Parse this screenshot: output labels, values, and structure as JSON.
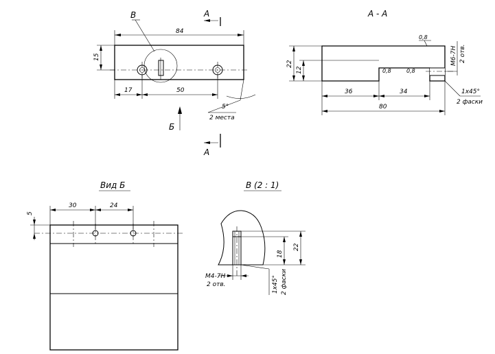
{
  "front_view": {
    "section_mark_top": "A",
    "section_mark_bottom": "A",
    "detail_mark": "B",
    "dim_width": "84",
    "dim_height": "15",
    "dim_left_offset": "17",
    "dim_hole_spacing": "50",
    "dim_angle": "5°",
    "dim_angle_note": "2 места",
    "view_arrow_label": "Б"
  },
  "section_view": {
    "title": "А - А",
    "dim_roughness_top": "0,8",
    "dim_roughness_step": "0,8",
    "dim_roughness_inner": "0,8",
    "dim_thread": "М6-7Н",
    "dim_thread_note": "2 отв.",
    "dim_height": "22",
    "dim_step_height": "12",
    "dim_left": "36",
    "dim_right": "34",
    "dim_total": "80",
    "dim_chamfer": "1х45°",
    "dim_chamfer_note": "2 фаски"
  },
  "view_b": {
    "title": "Вид Б",
    "dim_left": "30",
    "dim_spacing": "24",
    "dim_edge": "5"
  },
  "detail_view": {
    "title": "В (2 : 1)",
    "dim_depth_outer": "22",
    "dim_depth_inner": "18",
    "dim_thread": "М4-7Н",
    "dim_thread_note": "2 отв.",
    "dim_chamfer": "1х45°",
    "dim_chamfer_note": "2 фаски"
  }
}
